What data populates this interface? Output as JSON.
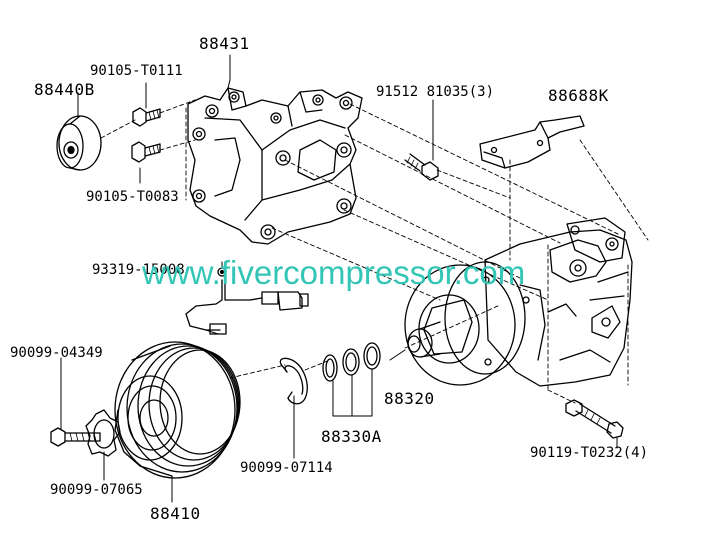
{
  "labels": {
    "p88431": "88431",
    "p90105_T0111": "90105-T0111",
    "p88440B": "88440B",
    "p91512": "91512 81035(3)",
    "p88688K": "88688K",
    "p90105_T0083": "90105-T0083",
    "p93319": "93319-15008",
    "p90099_04349": "90099-04349",
    "p88320": "88320",
    "p88330A": "88330A",
    "p90119": "90119-T0232(4)",
    "p90099_07114": "90099-07114",
    "p90099_07065": "90099-07065",
    "p88410": "88410"
  },
  "watermark": "www.fivercompressor.com",
  "colors": {
    "line": "#000000",
    "watermark": "#33c5b5",
    "background": "#ffffff"
  }
}
